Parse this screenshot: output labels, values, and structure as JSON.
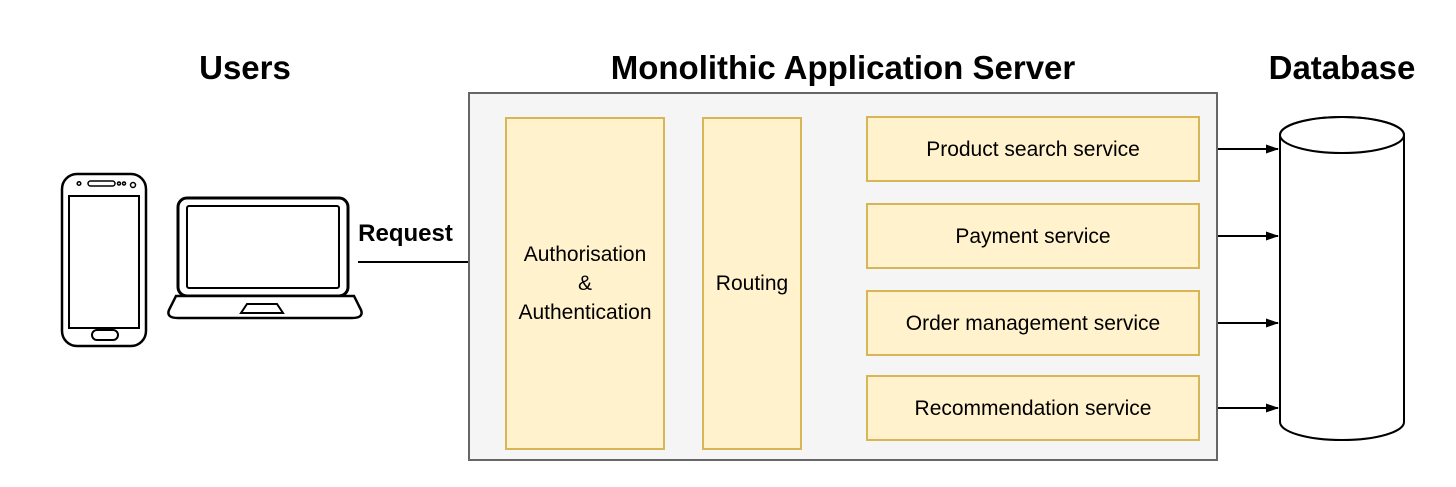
{
  "diagram": {
    "users": {
      "title": "Users"
    },
    "request_label": "Request",
    "server": {
      "title": "Monolithic Application Server",
      "auth": {
        "lines": [
          "Authorisation",
          "&",
          "Authentication"
        ]
      },
      "routing": {
        "label": "Routing"
      },
      "services": [
        {
          "label": "Product search service"
        },
        {
          "label": "Payment service"
        },
        {
          "label": "Order management service"
        },
        {
          "label": "Recommendation service"
        }
      ]
    },
    "database": {
      "title": "Database"
    }
  },
  "icons": {
    "phone": "smartphone-icon",
    "laptop": "laptop-icon",
    "database": "database-cylinder-icon"
  },
  "colors": {
    "service_box_fill": "#FFF2CC",
    "service_box_stroke": "#D6B656",
    "server_container_fill": "#F5F5F5",
    "server_container_stroke": "#666666",
    "arrow": "#000000",
    "text": "#000000",
    "background": "#FFFFFF"
  }
}
